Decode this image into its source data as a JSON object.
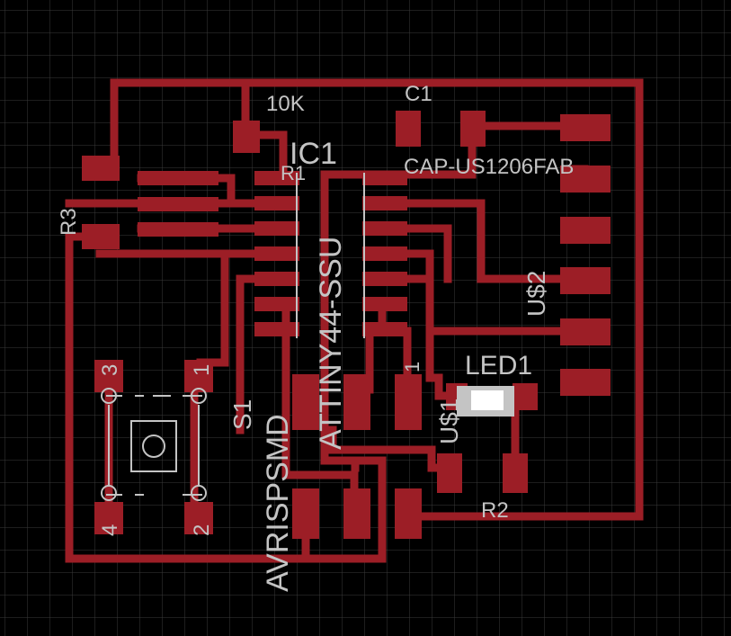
{
  "colors": {
    "background": "#000000",
    "grid": "#3a3a3a",
    "copper": "#9c1e26",
    "silkscreen": "#c4c4c4"
  },
  "labels": {
    "ic1_name": "IC1",
    "ic1_value": "ATTINY44-SSU",
    "r1_name": "R1",
    "r1_value": "10K",
    "c1_name": "C1",
    "c1_value": "CAP-US1206FAB",
    "r2_name": "R2",
    "r3_name": "R3",
    "led1_name": "LED1",
    "us1_name": "U$1",
    "us2_name": "U$2",
    "s1_name": "S1",
    "avr_value": "AVRISPSMD",
    "pin_one": "1",
    "s1_pin1": "1",
    "s1_pin2": "2",
    "s1_pin3": "3",
    "s1_pin4": "4"
  }
}
